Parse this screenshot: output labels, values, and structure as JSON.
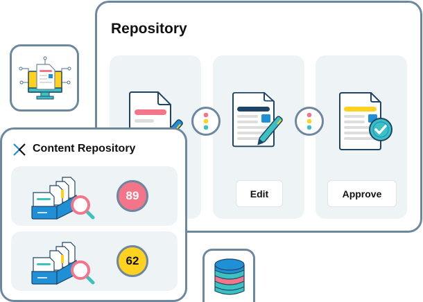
{
  "repository_panel": {
    "title": "Repository",
    "steps": [
      {
        "icon": "document-draft-icon",
        "button": null
      },
      {
        "icon": "document-edit-icon",
        "button": "Edit"
      },
      {
        "icon": "document-approved-icon",
        "button": "Approve"
      }
    ],
    "connector_icon": "status-dots-icon"
  },
  "content_repository": {
    "title": "Content Repository",
    "logo_icon": "x-logo-icon",
    "rows": [
      {
        "icon": "file-box-search-icon",
        "count": "89",
        "badge_color": "#f2758a",
        "text_color": "#ffffff"
      },
      {
        "icon": "file-box-search-icon",
        "count": "62",
        "badge_color": "#ffd21f",
        "text_color": "#111111"
      }
    ]
  },
  "tiles": {
    "monitor_tile_icon": "monitor-document-network-icon",
    "database_tile_icon": "database-icon"
  },
  "colors": {
    "border": "#6e87a0",
    "panel_bg": "#eef3f6",
    "pink": "#f2758a",
    "yellow": "#ffd21f",
    "teal": "#3cc0c0",
    "blue": "#1f8fd6",
    "navy": "#1e4466"
  }
}
